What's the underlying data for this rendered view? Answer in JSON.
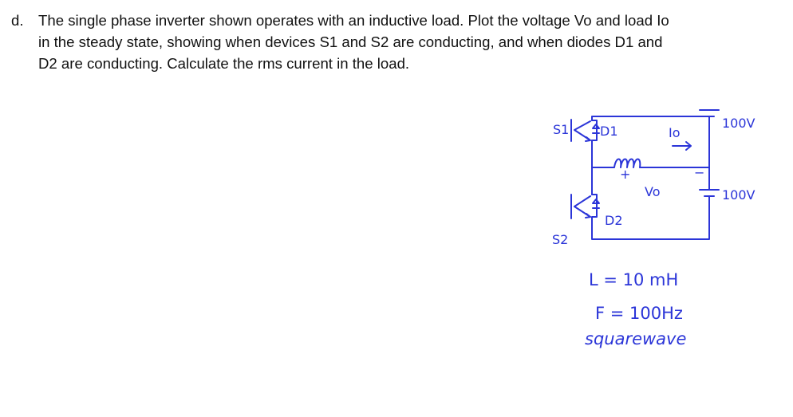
{
  "problem": {
    "label": "d.",
    "lines": [
      "The single phase inverter shown operates with an inductive load. Plot the voltage Vo and load Io",
      "in the steady state, showing when devices S1 and S2 are conducting, and when diodes D1 and",
      "D2 are conducting. Calculate the rms current in the load."
    ]
  },
  "circuit": {
    "ink_color": "#2b35d8",
    "labels": {
      "s1": "S1",
      "s2": "S2",
      "d1": "D1",
      "d2": "D2",
      "io": "Io",
      "vo": "Vo",
      "plus": "+",
      "minus": "−",
      "v_top": "100V",
      "v_bottom": "100V"
    }
  },
  "notes": {
    "inductance": "L = 10 mH",
    "frequency": "F = 100Hz",
    "waveform": "squarewave"
  }
}
